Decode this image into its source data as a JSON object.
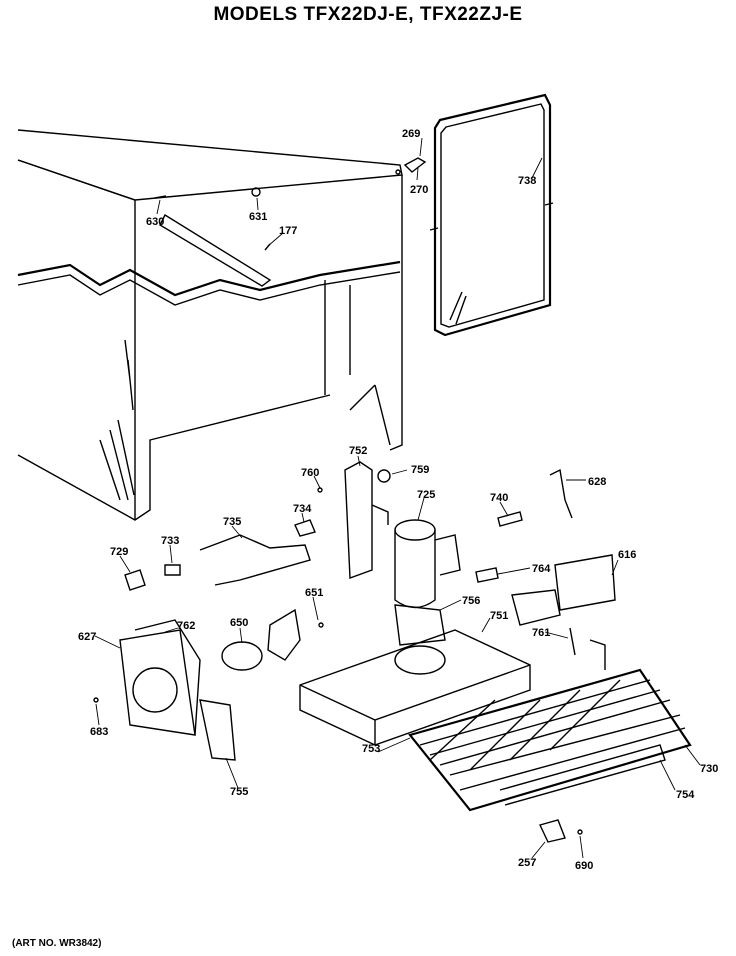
{
  "title": "MODELS TFX22DJ-E, TFX22ZJ-E",
  "art_number": "(ART NO. WR3842)",
  "parts": [
    {
      "id": "269",
      "label": "269"
    },
    {
      "id": "270",
      "label": "270"
    },
    {
      "id": "738",
      "label": "738"
    },
    {
      "id": "630",
      "label": "630"
    },
    {
      "id": "631",
      "label": "631"
    },
    {
      "id": "177",
      "label": "177"
    },
    {
      "id": "752",
      "label": "752"
    },
    {
      "id": "760",
      "label": "760"
    },
    {
      "id": "759",
      "label": "759"
    },
    {
      "id": "725",
      "label": "725"
    },
    {
      "id": "740",
      "label": "740"
    },
    {
      "id": "628",
      "label": "628"
    },
    {
      "id": "735",
      "label": "735"
    },
    {
      "id": "734",
      "label": "734"
    },
    {
      "id": "733",
      "label": "733"
    },
    {
      "id": "729",
      "label": "729"
    },
    {
      "id": "616",
      "label": "616"
    },
    {
      "id": "764",
      "label": "764"
    },
    {
      "id": "651",
      "label": "651"
    },
    {
      "id": "756",
      "label": "756"
    },
    {
      "id": "751",
      "label": "751"
    },
    {
      "id": "761",
      "label": "761"
    },
    {
      "id": "627",
      "label": "627"
    },
    {
      "id": "762",
      "label": "762"
    },
    {
      "id": "650",
      "label": "650"
    },
    {
      "id": "683",
      "label": "683"
    },
    {
      "id": "753",
      "label": "753"
    },
    {
      "id": "730",
      "label": "730"
    },
    {
      "id": "755",
      "label": "755"
    },
    {
      "id": "754",
      "label": "754"
    },
    {
      "id": "257",
      "label": "257"
    },
    {
      "id": "690",
      "label": "690"
    }
  ]
}
